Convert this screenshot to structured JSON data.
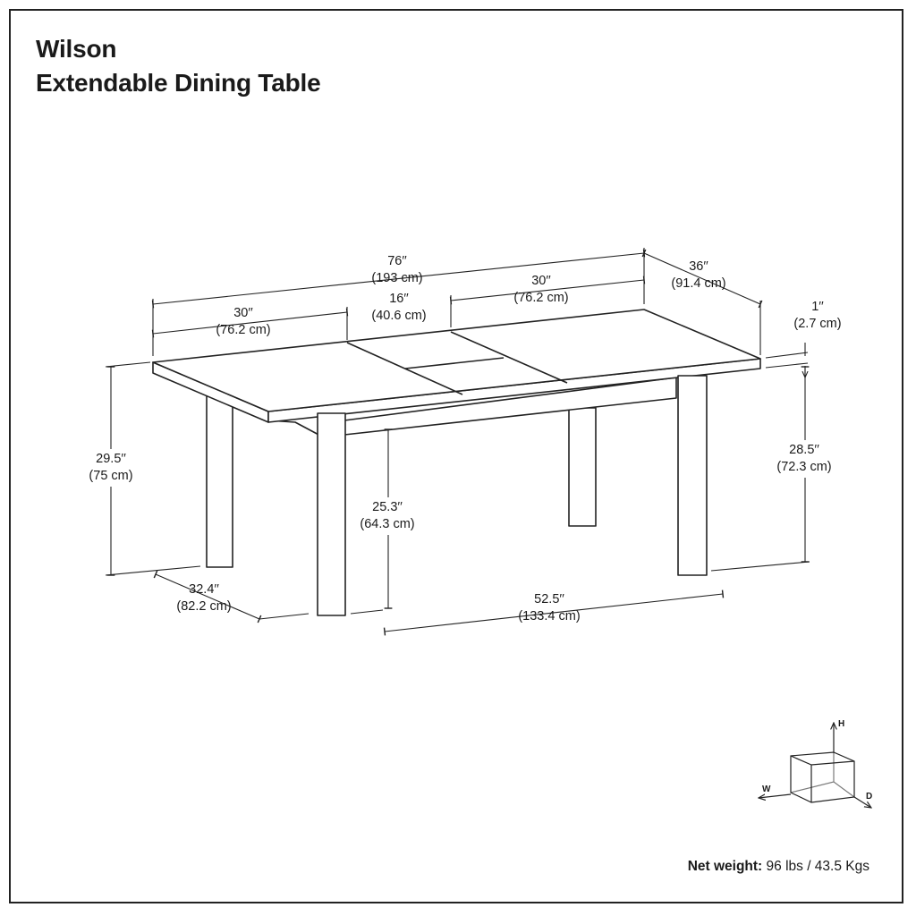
{
  "title": {
    "line1": "Wilson",
    "line2": "Extendable Dining Table"
  },
  "dimensions": {
    "overall_length": {
      "in": "76′′",
      "cm": "(193 cm)"
    },
    "depth": {
      "in": "36′′",
      "cm": "(91.4 cm)"
    },
    "left_leaf": {
      "in": "30′′",
      "cm": "(76.2 cm)"
    },
    "center_leaf": {
      "in": "16′′",
      "cm": "(40.6 cm)"
    },
    "right_leaf": {
      "in": "30′′",
      "cm": "(76.2 cm)"
    },
    "top_thickness": {
      "in": "1′′",
      "cm": "(2.7 cm)"
    },
    "total_height": {
      "in": "29.5′′",
      "cm": "(75 cm)"
    },
    "leg_height": {
      "in": "28.5′′",
      "cm": "(72.3 cm)"
    },
    "apron_clearance": {
      "in": "25.3′′",
      "cm": "(64.3 cm)"
    },
    "leg_span_depth": {
      "in": "32.4′′",
      "cm": "(82.2 cm)"
    },
    "leg_span_length": {
      "in": "52.5′′",
      "cm": "(133.4 cm)"
    }
  },
  "axis_legend": {
    "h": "H",
    "w": "W",
    "d": "D"
  },
  "weight": {
    "label": "Net weight:",
    "value": "96 lbs / 43.5 Kgs"
  }
}
